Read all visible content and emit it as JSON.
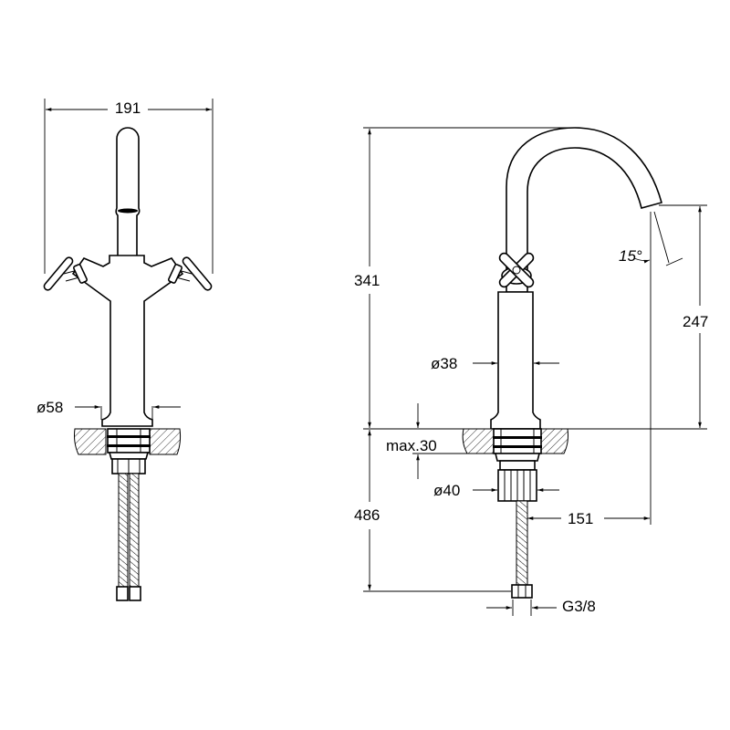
{
  "front_view": {
    "width_label": "191",
    "body_diameter_label": "ø58"
  },
  "side_view": {
    "total_height_label": "341",
    "spout_height_label": "247",
    "spout_angle_label": "15°",
    "body_diameter_label": "ø38",
    "deck_thickness_label": "max.30",
    "nut_diameter_label": "ø40",
    "hose_length_label": "486",
    "spout_reach_label": "151",
    "connection_label": "G3/8"
  }
}
